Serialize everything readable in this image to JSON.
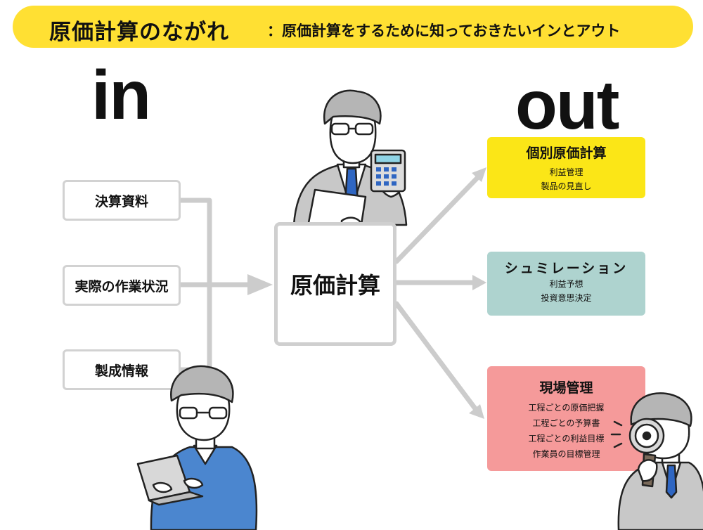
{
  "header": {
    "title": "原価計算のながれ",
    "subtitle": "：原価計算をするために知っておきたいインとアウト"
  },
  "labels": {
    "in": "in",
    "out": "out"
  },
  "inputs": [
    {
      "label": "決算資料"
    },
    {
      "label": "実際の作業状況"
    },
    {
      "label": "製成情報"
    }
  ],
  "center": {
    "label": "原価計算"
  },
  "outputs": [
    {
      "title": "個別原価計算",
      "items": [
        "利益管理",
        "製品の見直し"
      ],
      "color": "#fbe617"
    },
    {
      "title": "シュミレーション",
      "items": [
        "利益予想",
        "投資意思決定"
      ],
      "color": "#aed3cf"
    },
    {
      "title": "現場管理",
      "items": [
        "工程ごとの原価把握",
        "工程ごとの予算書",
        "工程ごとの利益目標",
        "作業員の目標管理"
      ],
      "color": "#f59a9a"
    }
  ],
  "colors": {
    "banner": "#ffe033",
    "connector": "#cccccc",
    "shirt_blue": "#4b86cf",
    "suit_gray": "#c8c8c8",
    "tie_blue": "#2f66c2"
  },
  "icons": [
    "businessman-calculator-icon",
    "worker-laptop-icon",
    "inspector-magnifier-icon"
  ]
}
